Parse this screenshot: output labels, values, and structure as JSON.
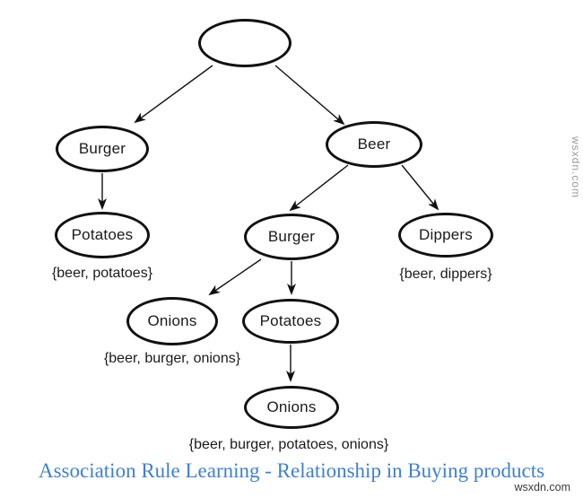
{
  "diagram": {
    "nodes": {
      "root": "",
      "burger_left": "Burger",
      "beer": "Beer",
      "potatoes_left": "Potatoes",
      "burger_mid": "Burger",
      "dippers": "Dippers",
      "onions_mid": "Onions",
      "potatoes_mid": "Potatoes",
      "onions_bottom": "Onions"
    },
    "itemsets": {
      "beer_potatoes": "{beer, potatoes}",
      "beer_dippers": "{beer, dippers}",
      "beer_burger_onions": "{beer, burger, onions}",
      "beer_burger_potatoes_onions": "{beer, burger, potatoes, onions}"
    },
    "edges": [
      {
        "from": "root",
        "to": "burger_left"
      },
      {
        "from": "root",
        "to": "beer"
      },
      {
        "from": "burger_left",
        "to": "potatoes_left"
      },
      {
        "from": "beer",
        "to": "burger_mid"
      },
      {
        "from": "beer",
        "to": "dippers"
      },
      {
        "from": "burger_mid",
        "to": "onions_mid"
      },
      {
        "from": "burger_mid",
        "to": "potatoes_mid"
      },
      {
        "from": "potatoes_mid",
        "to": "onions_bottom"
      }
    ],
    "stroke_color": "#111111"
  },
  "caption": {
    "text": "Association Rule Learning - Relationship in Buying products",
    "color": "#4080cc"
  },
  "watermarks": {
    "corner": "wsxdn.com",
    "side": "wsxdn.com"
  }
}
